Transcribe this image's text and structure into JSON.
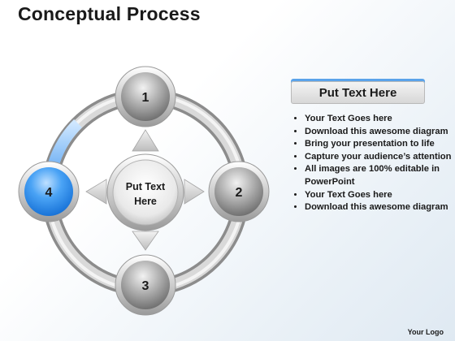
{
  "title": "Conceptual Process",
  "diagram": {
    "nodes": [
      "1",
      "2",
      "3",
      "4"
    ],
    "center_line1": "Put Text",
    "center_line2": "Here",
    "active_node": "4",
    "accent_color": "#2f8ff0",
    "node_color": "#8f8f8f"
  },
  "panel": {
    "header": "Put Text Here",
    "bullets": [
      "Your Text Goes here",
      "Download this awesome diagram",
      "Bring your presentation to life",
      "Capture your audience’s attention",
      "All images are 100% editable in PowerPoint",
      "Your Text Goes here",
      "Download this awesome diagram"
    ]
  },
  "footer": {
    "logo": "Your Logo"
  }
}
